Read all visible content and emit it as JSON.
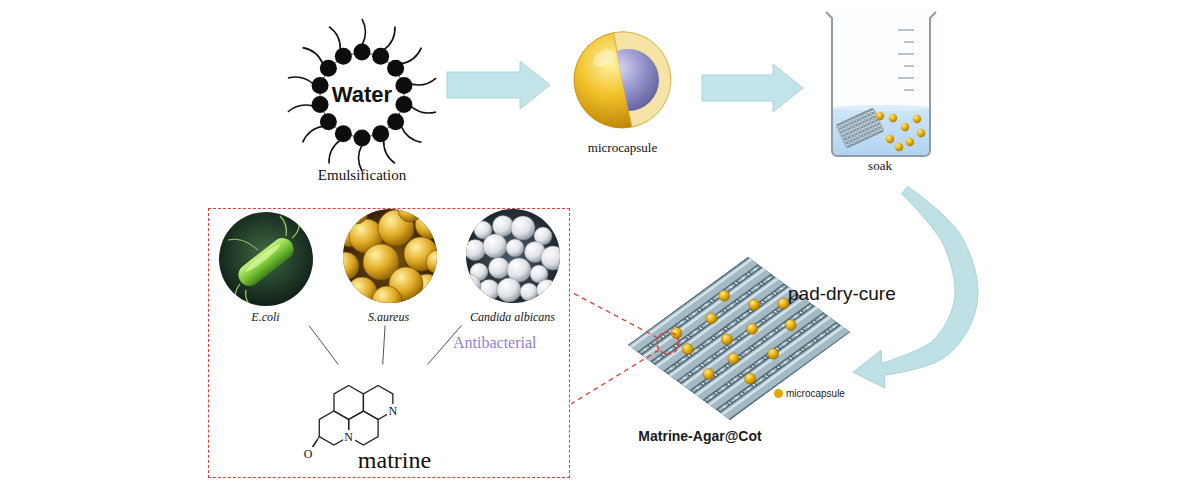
{
  "diagram": {
    "nodes": [
      {
        "text": [
          "Water",
          "Emulsification"
        ]
      },
      {
        "text": [
          "microcapsule"
        ]
      },
      {
        "text": [
          "soak"
        ]
      },
      {
        "text": [
          "Antibacterial"
        ]
      },
      {
        "text": [
          "E.coli"
        ],
        "in": 3
      },
      {
        "text": [
          "S.aureus"
        ],
        "in": 3
      },
      {
        "text": [
          "Candida albicans"
        ],
        "in": 3
      },
      {
        "text": [
          "matrine"
        ],
        "in": 3
      },
      {
        "text": [
          "Matrine-Agar@Cot"
        ]
      }
    ],
    "edges": [
      {
        "from": 0,
        "to": 1,
        "arrow": "to"
      },
      {
        "from": 1,
        "to": 2,
        "arrow": "to"
      },
      {
        "from": 2,
        "to": 8,
        "label": "pad-dry-cure",
        "arrow": "to"
      },
      {
        "from": 4,
        "to": 7,
        "arrow": "none"
      },
      {
        "from": 5,
        "to": 7,
        "arrow": "none"
      },
      {
        "from": 6,
        "to": 7,
        "arrow": "none"
      }
    ],
    "labels": [
      "N",
      "N",
      "O"
    ],
    "legend": [
      {
        "text": "microcapsule",
        "color": "#e0a800"
      }
    ]
  }
}
